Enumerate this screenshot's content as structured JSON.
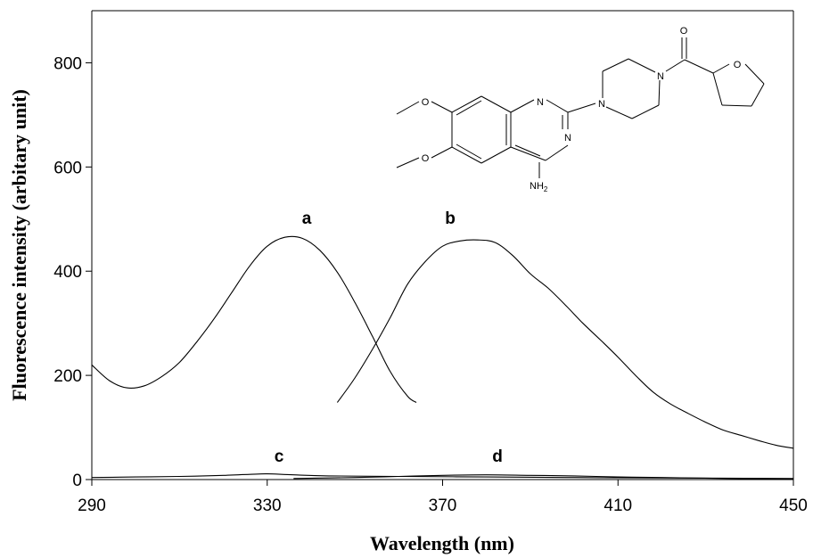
{
  "chart_data": {
    "type": "line",
    "xlabel": "Wavelength (nm)",
    "ylabel": "Fluorescence intensity (arbitary unit)",
    "xlim": [
      290,
      450
    ],
    "ylim": [
      0,
      900
    ],
    "xticks": [
      290,
      330,
      370,
      410,
      450
    ],
    "yticks": [
      0,
      200,
      400,
      600,
      800
    ],
    "grid": false,
    "series": [
      {
        "name": "a",
        "points": [
          [
            290,
            220
          ],
          [
            294,
            190
          ],
          [
            298,
            176
          ],
          [
            302,
            180
          ],
          [
            306,
            198
          ],
          [
            310,
            225
          ],
          [
            314,
            265
          ],
          [
            318,
            310
          ],
          [
            322,
            360
          ],
          [
            326,
            410
          ],
          [
            330,
            448
          ],
          [
            334,
            465
          ],
          [
            338,
            463
          ],
          [
            342,
            440
          ],
          [
            346,
            398
          ],
          [
            350,
            340
          ],
          [
            354,
            275
          ],
          [
            358,
            208
          ],
          [
            362,
            160
          ],
          [
            364,
            148
          ]
        ]
      },
      {
        "name": "b",
        "points": [
          [
            346,
            148
          ],
          [
            350,
            195
          ],
          [
            354,
            250
          ],
          [
            358,
            310
          ],
          [
            362,
            375
          ],
          [
            366,
            418
          ],
          [
            370,
            448
          ],
          [
            374,
            458
          ],
          [
            378,
            460
          ],
          [
            382,
            455
          ],
          [
            386,
            430
          ],
          [
            390,
            395
          ],
          [
            394,
            368
          ],
          [
            398,
            335
          ],
          [
            402,
            300
          ],
          [
            406,
            268
          ],
          [
            410,
            235
          ],
          [
            414,
            200
          ],
          [
            418,
            168
          ],
          [
            422,
            145
          ],
          [
            426,
            127
          ],
          [
            430,
            110
          ],
          [
            434,
            95
          ],
          [
            438,
            85
          ],
          [
            442,
            75
          ],
          [
            446,
            66
          ],
          [
            450,
            60
          ]
        ]
      },
      {
        "name": "c",
        "points": [
          [
            290,
            4
          ],
          [
            300,
            5
          ],
          [
            310,
            6
          ],
          [
            320,
            8
          ],
          [
            326,
            10
          ],
          [
            330,
            11
          ],
          [
            336,
            9
          ],
          [
            344,
            7
          ],
          [
            360,
            6
          ],
          [
            380,
            5
          ],
          [
            400,
            4
          ],
          [
            420,
            3
          ],
          [
            450,
            2
          ]
        ]
      },
      {
        "name": "d",
        "points": [
          [
            336,
            2
          ],
          [
            350,
            4
          ],
          [
            360,
            6
          ],
          [
            370,
            8
          ],
          [
            380,
            9
          ],
          [
            390,
            8
          ],
          [
            400,
            7
          ],
          [
            410,
            5
          ],
          [
            420,
            4
          ],
          [
            435,
            2
          ],
          [
            450,
            1
          ]
        ]
      }
    ]
  },
  "molecule": {
    "atoms": {
      "n_ring1": "N",
      "n_ring2": "N",
      "n_pip1": "N",
      "n_pip2": "N",
      "o_methoxy1": "O",
      "o_methoxy2": "O",
      "o_carbonyl": "O",
      "o_thf": "O",
      "amine_main": "NH",
      "amine_sub": "2"
    }
  }
}
